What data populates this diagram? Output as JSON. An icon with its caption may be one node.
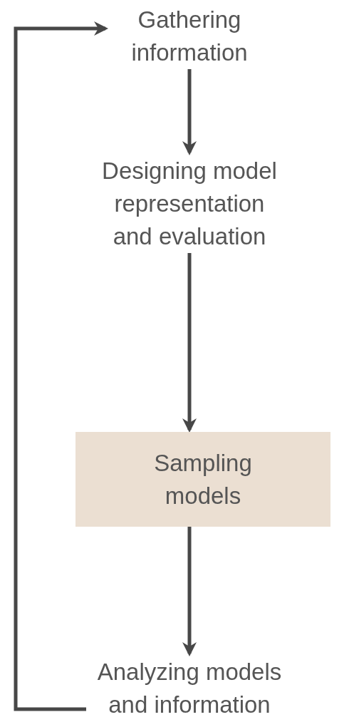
{
  "diagram": {
    "nodes": [
      {
        "text": [
          "Gathering information"
        ]
      },
      {
        "text": [
          "Designing model representation and evaluation"
        ]
      },
      {
        "text": [
          "Sampling models"
        ]
      },
      {
        "text": [
          "Analyzing models and information"
        ]
      }
    ],
    "edges": [
      {
        "from": 0,
        "to": 1,
        "arrow": "to"
      },
      {
        "from": 1,
        "to": 2,
        "arrow": "to"
      },
      {
        "from": 2,
        "to": 3,
        "arrow": "to"
      },
      {
        "from": 3,
        "to": 0,
        "arrow": "to"
      }
    ]
  }
}
